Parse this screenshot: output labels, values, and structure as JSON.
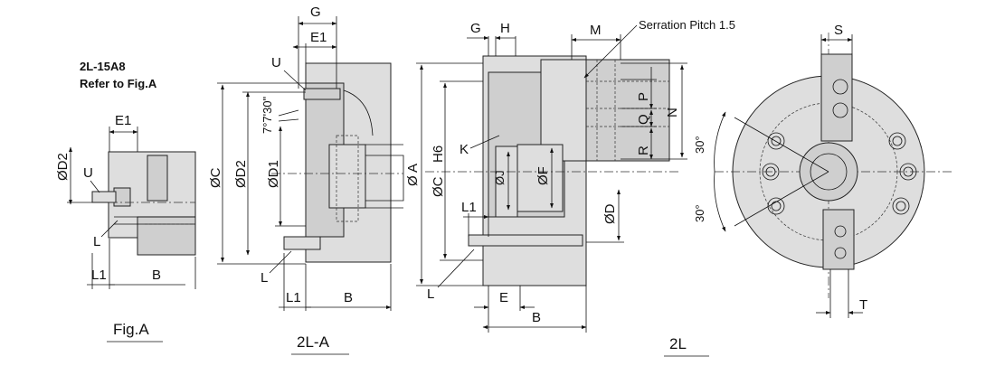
{
  "labels": {
    "model_note": "2L-15A8",
    "refer_note": "Refer to Fig.A",
    "serration": "Serration Pitch 1.5",
    "fig_a": "Fig.A",
    "fig_2la": "2L-A",
    "fig_2l": "2L"
  },
  "fig_a_dims": {
    "E1": "E1",
    "D2": "ØD2",
    "U": "U",
    "L": "L",
    "L1": "L1",
    "B": "B"
  },
  "fig_2la_dims": {
    "G": "G",
    "E1": "E1",
    "U": "U",
    "angle": "7°7'30\"",
    "C": "ØC",
    "D2": "ØD2",
    "D1": "ØD1",
    "L": "L",
    "L1": "L1",
    "B": "B"
  },
  "fig_2l_dims": {
    "G": "G",
    "H": "H",
    "M": "M",
    "A": "Ø A",
    "C": "ØC",
    "H6": "H6",
    "K": "K",
    "J": "ØJ",
    "F": "ØF",
    "D": "ØD",
    "L1": "L1",
    "L": "L",
    "E": "E",
    "B": "B",
    "P": "P",
    "Q": "Q",
    "R": "R",
    "N": "N"
  },
  "front_view_dims": {
    "S": "S",
    "T": "T",
    "angle_top": "30°",
    "angle_bottom": "30°"
  },
  "colors": {
    "body_fill": "#dedede",
    "line": "#222222"
  }
}
